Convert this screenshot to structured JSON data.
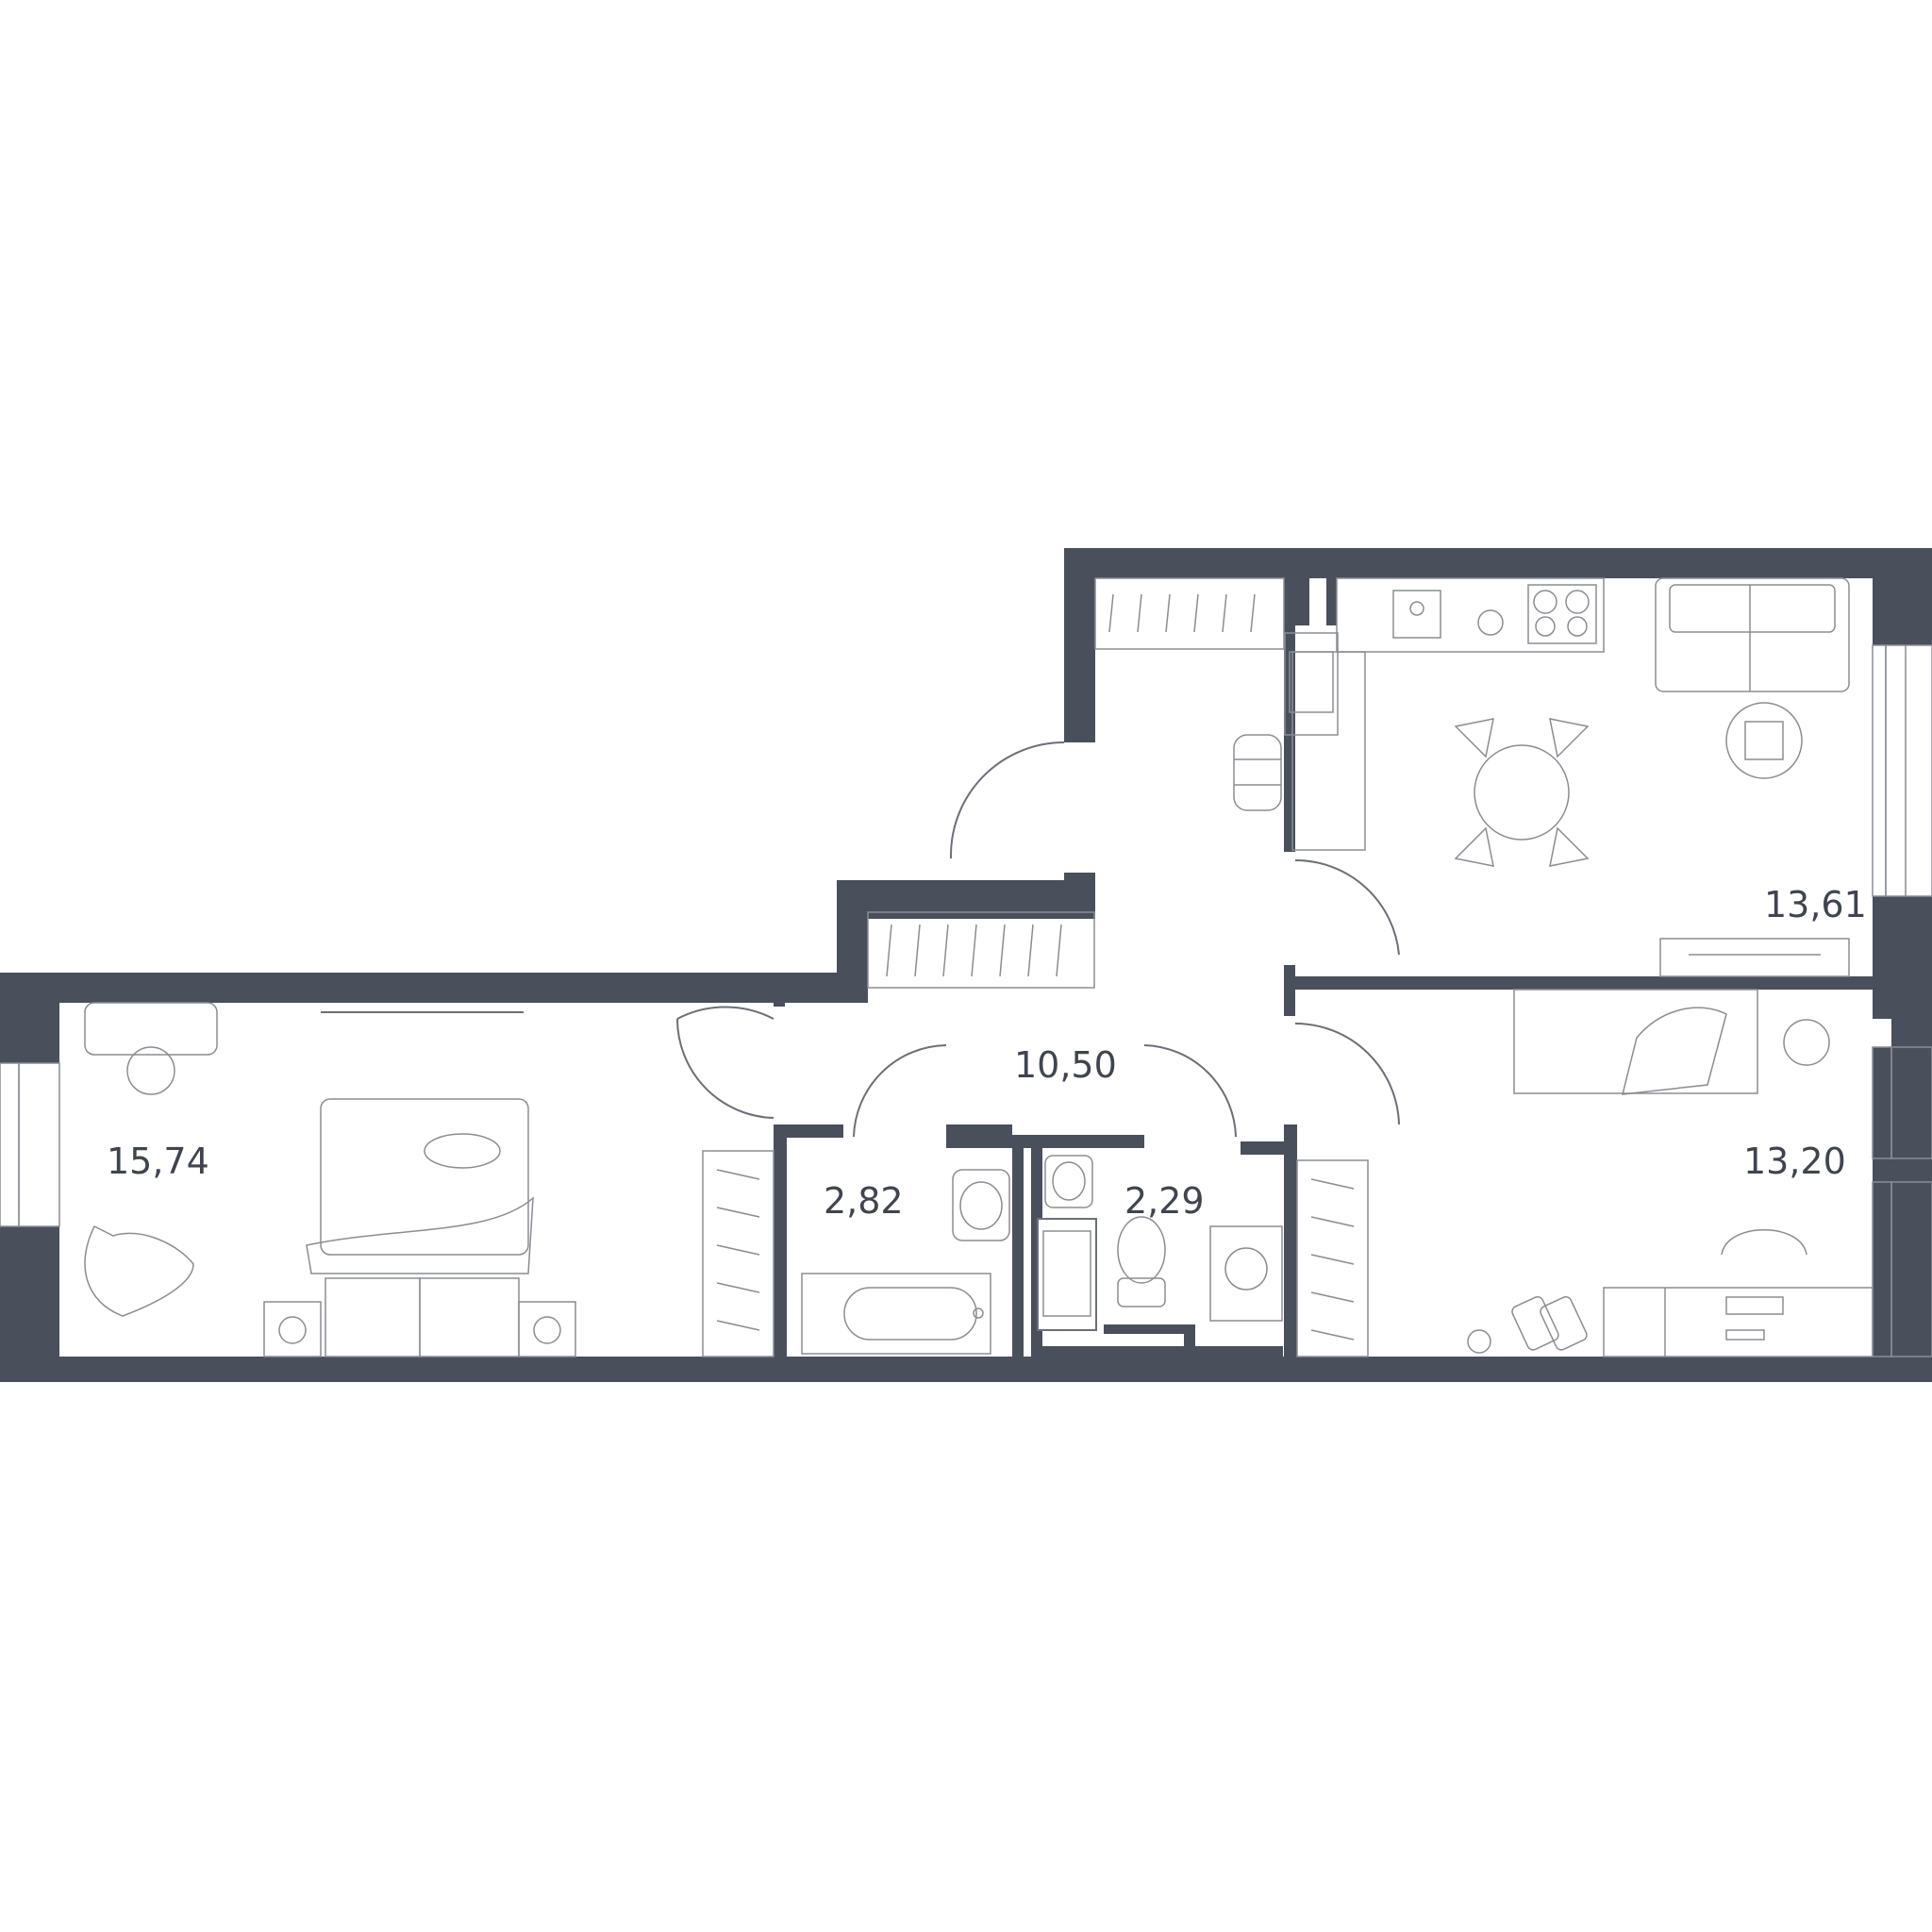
{
  "rooms": [
    {
      "id": "bedroom-left",
      "area": "15,74"
    },
    {
      "id": "hallway",
      "area": "10,50"
    },
    {
      "id": "bathroom",
      "area": "2,82"
    },
    {
      "id": "toilet-laundry",
      "area": "2,29"
    },
    {
      "id": "kitchen-living",
      "area": "13,61"
    },
    {
      "id": "bedroom-right",
      "area": "13,20"
    }
  ],
  "colors": {
    "wall": "#4a4f5c",
    "label": "#3f4450",
    "line": "#6b6f78"
  }
}
